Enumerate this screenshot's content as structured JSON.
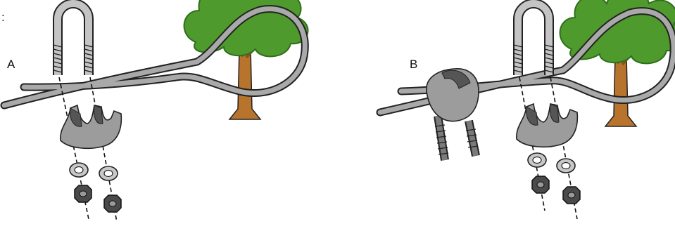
{
  "panels": [
    {
      "id": "A",
      "label": "A"
    },
    {
      "id": "B",
      "label": "B"
    }
  ],
  "corner_mark": ":",
  "colors": {
    "cable": "#a9a9a9",
    "outline": "#222222",
    "leaves": "#4e9a2c",
    "leaves_dark": "#2f6f1c",
    "trunk": "#b8742c",
    "clip_body": "#9c9c9c",
    "bolt_thread": "#7a7a7a",
    "nut": "#4a4a4a",
    "washer": "#c8c8c8"
  },
  "icons": [
    "tree-icon",
    "u-bolt-icon",
    "saddle-clip-icon",
    "washer-icon",
    "hex-nut-icon"
  ]
}
